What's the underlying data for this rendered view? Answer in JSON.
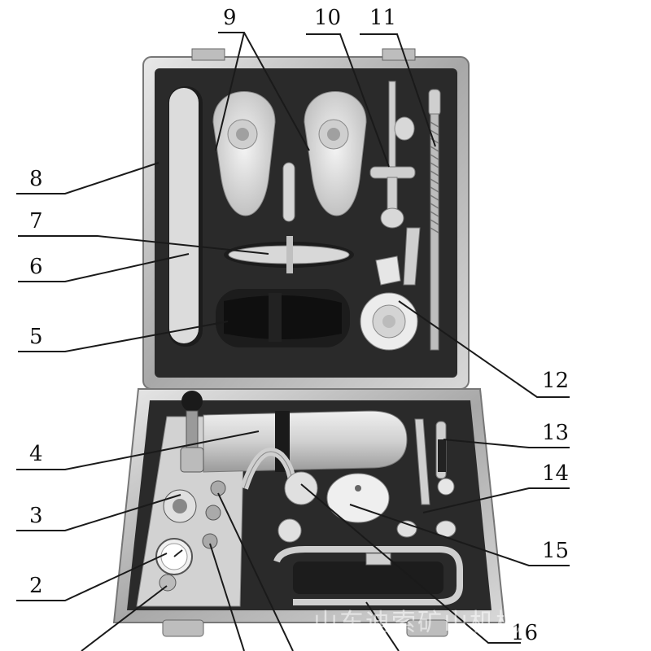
{
  "callouts": [
    "2",
    "3",
    "4",
    "5",
    "6",
    "7",
    "8",
    "9",
    "10",
    "11",
    "12",
    "13",
    "14",
    "15",
    "16"
  ],
  "watermark": "山东迪索矿山机械",
  "colors": {
    "case_frame": "#b9b9b9",
    "foam": "#2a2a2a",
    "foam_dark": "#1c1c1c",
    "part_light": "#e6e6e6",
    "leader": "#1a1a1a"
  }
}
